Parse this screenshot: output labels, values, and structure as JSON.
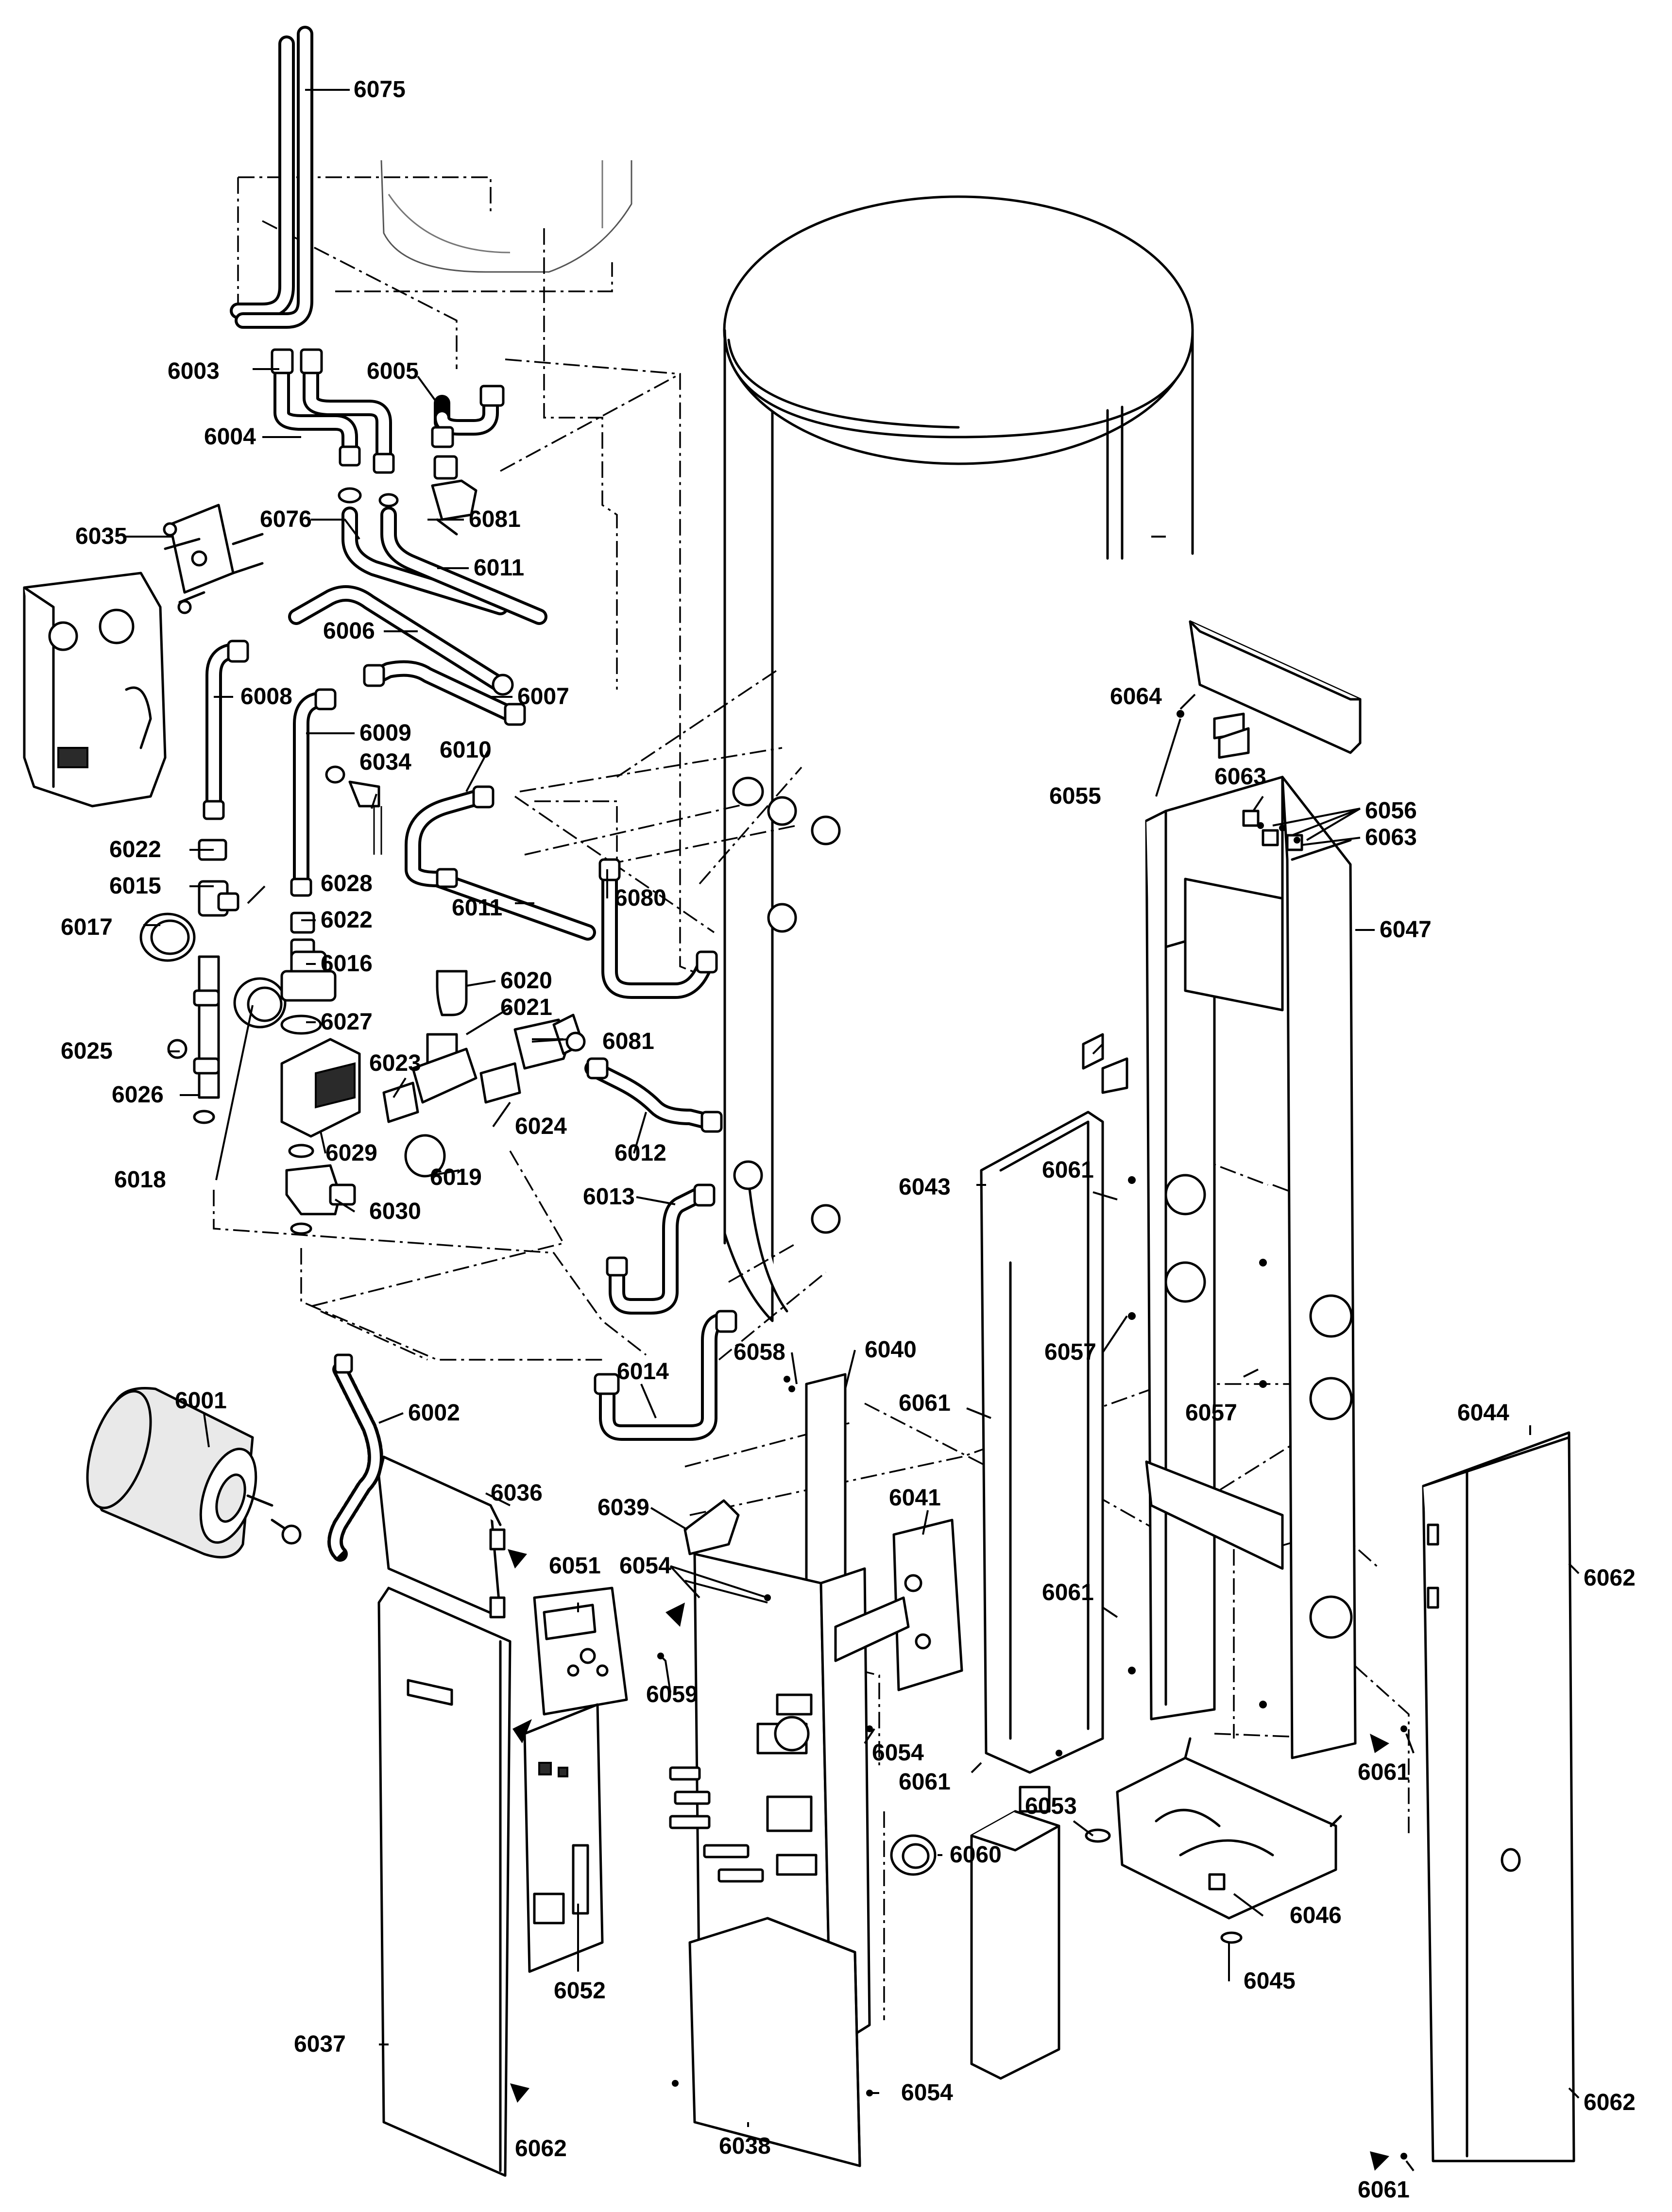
{
  "callouts": [
    {
      "id": "6001",
      "text": "6001"
    },
    {
      "id": "6002",
      "text": "6002"
    },
    {
      "id": "6003",
      "text": "6003"
    },
    {
      "id": "6004",
      "text": "6004"
    },
    {
      "id": "6005",
      "text": "6005"
    },
    {
      "id": "6006",
      "text": "6006"
    },
    {
      "id": "6007",
      "text": "6007"
    },
    {
      "id": "6008",
      "text": "6008"
    },
    {
      "id": "6009",
      "text": "6009"
    },
    {
      "id": "6010",
      "text": "6010"
    },
    {
      "id": "6011a",
      "text": "6011"
    },
    {
      "id": "6011b",
      "text": "6011"
    },
    {
      "id": "6012",
      "text": "6012"
    },
    {
      "id": "6013",
      "text": "6013"
    },
    {
      "id": "6014",
      "text": "6014"
    },
    {
      "id": "6015",
      "text": "6015"
    },
    {
      "id": "6016",
      "text": "6016"
    },
    {
      "id": "6017",
      "text": "6017"
    },
    {
      "id": "6018",
      "text": "6018"
    },
    {
      "id": "6019",
      "text": "6019"
    },
    {
      "id": "6020",
      "text": "6020"
    },
    {
      "id": "6021",
      "text": "6021"
    },
    {
      "id": "6022a",
      "text": "6022"
    },
    {
      "id": "6022b",
      "text": "6022"
    },
    {
      "id": "6023",
      "text": "6023"
    },
    {
      "id": "6024",
      "text": "6024"
    },
    {
      "id": "6025",
      "text": "6025"
    },
    {
      "id": "6026",
      "text": "6026"
    },
    {
      "id": "6027",
      "text": "6027"
    },
    {
      "id": "6028",
      "text": "6028"
    },
    {
      "id": "6029",
      "text": "6029"
    },
    {
      "id": "6030",
      "text": "6030"
    },
    {
      "id": "6034",
      "text": "6034"
    },
    {
      "id": "6035",
      "text": "6035"
    },
    {
      "id": "6036",
      "text": "6036"
    },
    {
      "id": "6037",
      "text": "6037"
    },
    {
      "id": "6038",
      "text": "6038"
    },
    {
      "id": "6039",
      "text": "6039"
    },
    {
      "id": "6040",
      "text": "6040"
    },
    {
      "id": "6041",
      "text": "6041"
    },
    {
      "id": "6043",
      "text": "6043"
    },
    {
      "id": "6044",
      "text": "6044"
    },
    {
      "id": "6045",
      "text": "6045"
    },
    {
      "id": "6046",
      "text": "6046"
    },
    {
      "id": "6047",
      "text": "6047"
    },
    {
      "id": "6051",
      "text": "6051"
    },
    {
      "id": "6052",
      "text": "6052"
    },
    {
      "id": "6053",
      "text": "6053"
    },
    {
      "id": "6054a",
      "text": "6054"
    },
    {
      "id": "6054b",
      "text": "6054"
    },
    {
      "id": "6054c",
      "text": "6054"
    },
    {
      "id": "6055",
      "text": "6055"
    },
    {
      "id": "6056",
      "text": "6056"
    },
    {
      "id": "6057a",
      "text": "6057"
    },
    {
      "id": "6057b",
      "text": "6057"
    },
    {
      "id": "6058",
      "text": "6058"
    },
    {
      "id": "6059",
      "text": "6059"
    },
    {
      "id": "6060",
      "text": "6060"
    },
    {
      "id": "6061a",
      "text": "6061"
    },
    {
      "id": "6061b",
      "text": "6061"
    },
    {
      "id": "6061c",
      "text": "6061"
    },
    {
      "id": "6061d",
      "text": "6061"
    },
    {
      "id": "6061e",
      "text": "6061"
    },
    {
      "id": "6061f",
      "text": "6061"
    },
    {
      "id": "6062a",
      "text": "6062"
    },
    {
      "id": "6062b",
      "text": "6062"
    },
    {
      "id": "6062c",
      "text": "6062"
    },
    {
      "id": "6063a",
      "text": "6063"
    },
    {
      "id": "6063b",
      "text": "6063"
    },
    {
      "id": "6064",
      "text": "6064"
    },
    {
      "id": "6075",
      "text": "6075"
    },
    {
      "id": "6076",
      "text": "6076"
    },
    {
      "id": "6080",
      "text": "6080"
    },
    {
      "id": "6081a",
      "text": "6081"
    },
    {
      "id": "6081b",
      "text": "6081"
    }
  ]
}
